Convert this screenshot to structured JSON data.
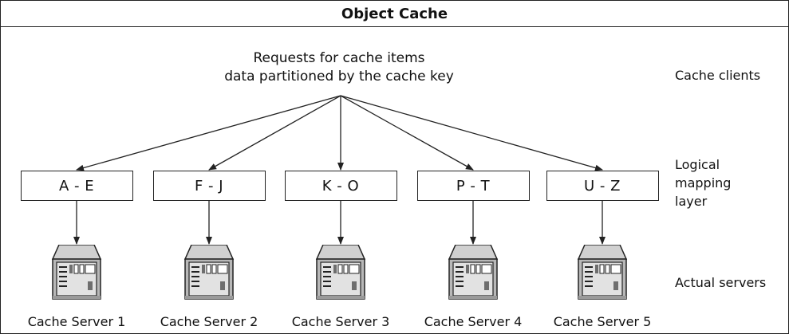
{
  "title": "Object Cache",
  "request_text": {
    "line1": "Requests for cache items",
    "line2": "data partitioned by the cache key"
  },
  "layers": {
    "clients": "Cache clients",
    "logical_line1": "Logical",
    "logical_line2": "mapping",
    "logical_line3": "layer",
    "servers": "Actual servers"
  },
  "mappings": [
    {
      "range": "A - E",
      "server": "Cache Server 1"
    },
    {
      "range": "F - J",
      "server": "Cache Server 2"
    },
    {
      "range": "K - O",
      "server": "Cache Server 3"
    },
    {
      "range": "P - T",
      "server": "Cache Server 4"
    },
    {
      "range": "U - Z",
      "server": "Cache Server 5"
    }
  ],
  "colors": {
    "line": "#222222",
    "server_body": "#b8b8b8",
    "server_front": "#e2e2e2",
    "server_dark": "#6e6e6e"
  },
  "icons": {
    "server": "server-icon",
    "arrow": "arrow-down-icon"
  }
}
